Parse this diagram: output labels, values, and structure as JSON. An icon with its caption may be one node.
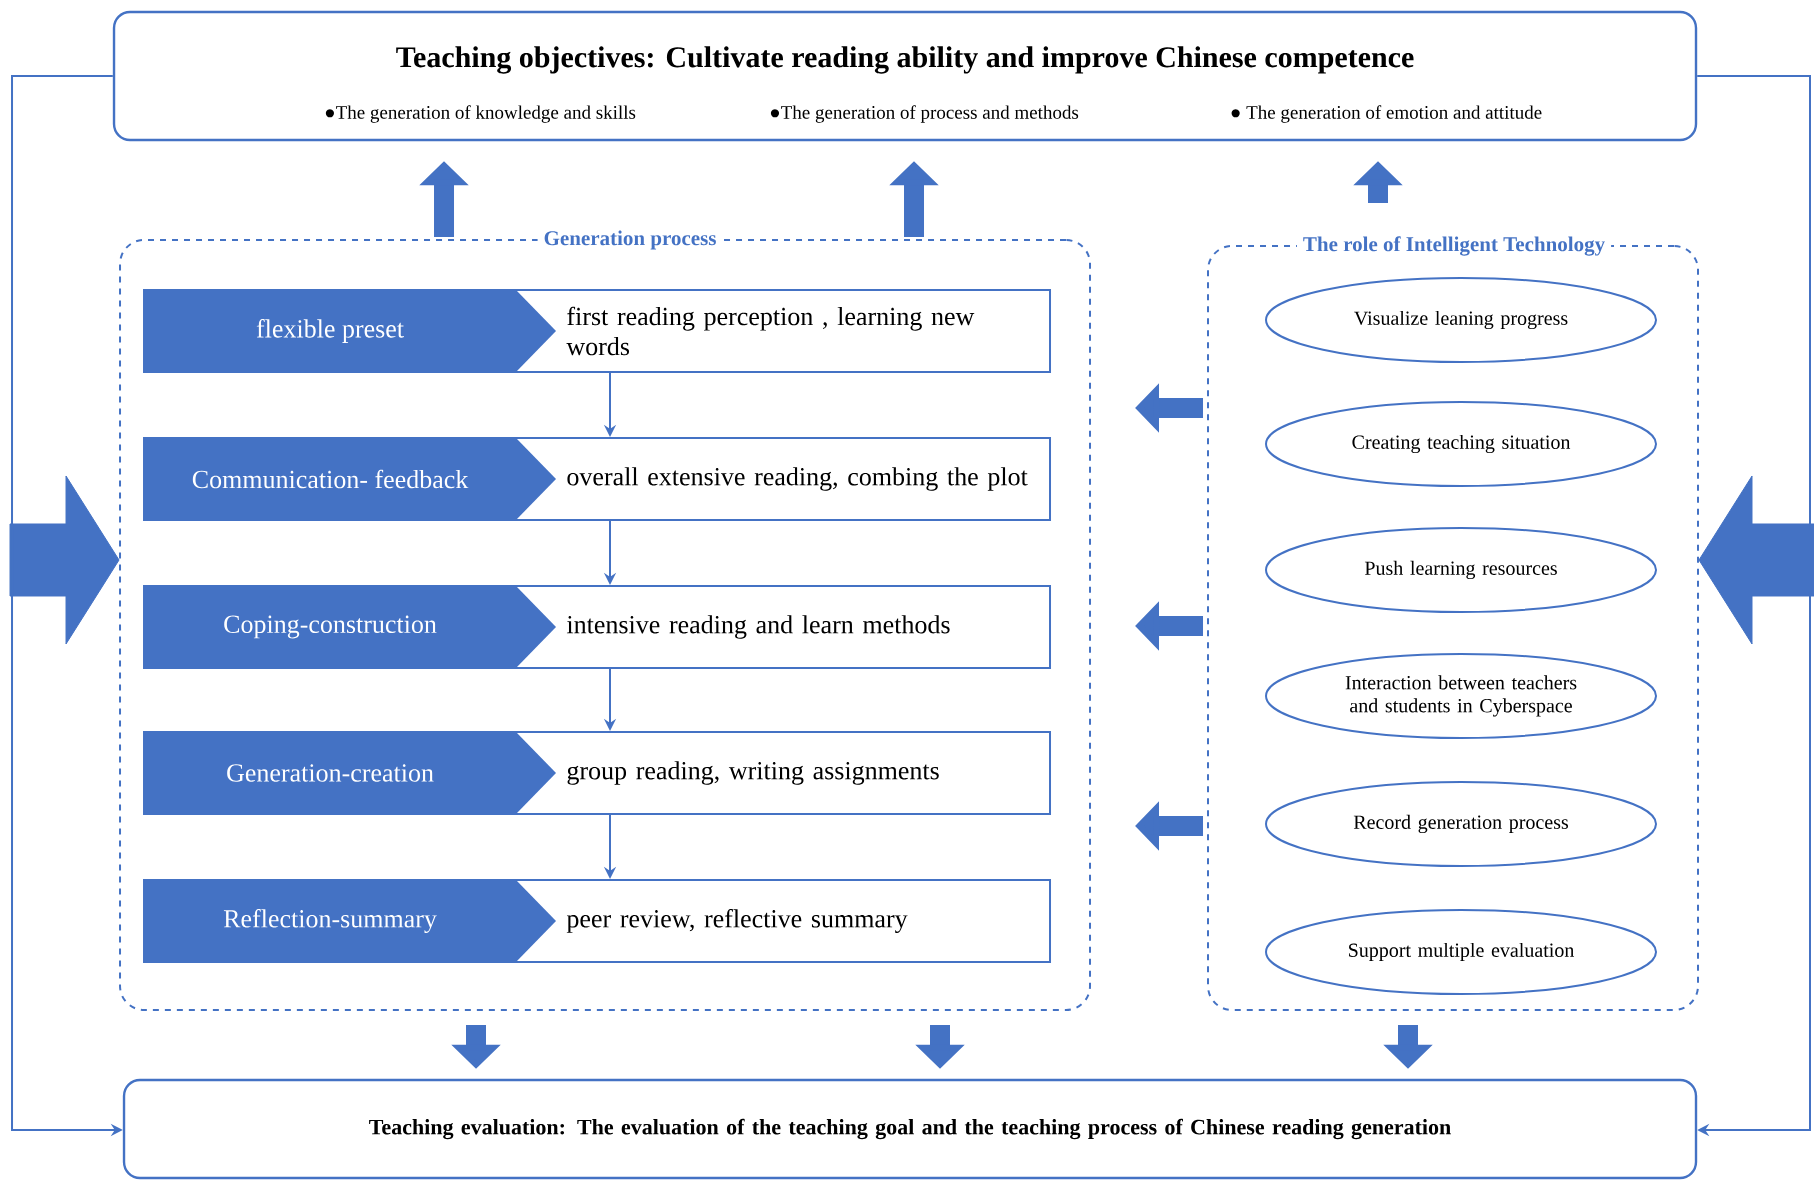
{
  "diagram": {
    "nodes": [
      {
        "text": [
          "Teaching objectives: Cultivate reading ability and improve Chinese competence",
          "●The generation of knowledge and skills",
          "●The generation of process and methods",
          "● The generation of emotion and attitude"
        ]
      },
      {
        "text": [
          "Generation process"
        ]
      },
      {
        "text": [
          "flexible preset",
          "first reading perception , learning new words"
        ],
        "in": 1
      },
      {
        "text": [
          "Communication- feedback",
          "overall extensive reading, combing the plot"
        ],
        "in": 1
      },
      {
        "text": [
          "Coping-construction",
          "intensive reading and learn methods"
        ],
        "in": 1
      },
      {
        "text": [
          "Generation-creation",
          "group reading, writing assignments"
        ],
        "in": 1
      },
      {
        "text": [
          "Reflection-summary",
          "peer review, reflective summary"
        ],
        "in": 1
      },
      {
        "text": [
          "The role of Intelligent Technology"
        ]
      },
      {
        "text": [
          "Visualize leaning progress"
        ],
        "in": 7
      },
      {
        "text": [
          "Creating teaching situation"
        ],
        "in": 7
      },
      {
        "text": [
          "Push learning resources"
        ],
        "in": 7
      },
      {
        "text": [
          "Interaction between teachers and students in Cyberspace"
        ],
        "in": 7
      },
      {
        "text": [
          "Record generation process"
        ],
        "in": 7
      },
      {
        "text": [
          "Support multiple evaluation"
        ],
        "in": 7
      },
      {
        "text": [
          "Teaching evaluation: The evaluation of the teaching goal and the teaching process of Chinese reading generation"
        ]
      }
    ],
    "edges": [
      {
        "from": 2,
        "to": 3,
        "arrow": "to"
      },
      {
        "from": 3,
        "to": 4,
        "arrow": "to"
      },
      {
        "from": 4,
        "to": 5,
        "arrow": "to"
      },
      {
        "from": 5,
        "to": 6,
        "arrow": "to"
      },
      {
        "from": 1,
        "to": 0,
        "arrow": "to"
      },
      {
        "from": 1,
        "to": 0,
        "arrow": "to"
      },
      {
        "from": 7,
        "to": 0,
        "arrow": "to"
      },
      {
        "from": 7,
        "to": 1,
        "arrow": "to"
      },
      {
        "from": 7,
        "to": 1,
        "arrow": "to"
      },
      {
        "from": 7,
        "to": 1,
        "arrow": "to"
      },
      {
        "from": 1,
        "to": 14,
        "arrow": "to"
      },
      {
        "from": 1,
        "to": 14,
        "arrow": "to"
      },
      {
        "from": 7,
        "to": 14,
        "arrow": "to"
      },
      {
        "from": null,
        "to": 1,
        "arrow": "to",
        "style": "thick"
      },
      {
        "from": null,
        "to": 7,
        "arrow": "to",
        "style": "thick"
      },
      {
        "from": 0,
        "to": 14,
        "arrow": "to"
      },
      {
        "from": 0,
        "to": 14,
        "arrow": "to"
      }
    ]
  }
}
